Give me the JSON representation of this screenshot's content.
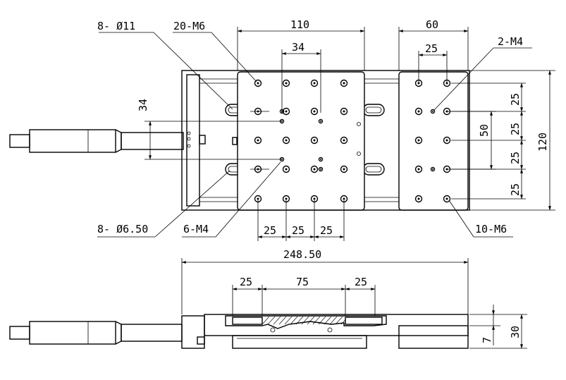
{
  "top_view": {
    "labels": {
      "holes_11": "8- Ø11",
      "threads_20m6": "20-M6",
      "threads_2m4": "2-M4",
      "holes_650": "8- Ø6.50",
      "threads_6m4": "6-M4",
      "threads_10m6": "10-M6"
    },
    "dims": {
      "w110": "110",
      "w60": "60",
      "w34_top": "34",
      "w25_top": "25",
      "h34_left": "34",
      "h120": "120",
      "h50": "50",
      "h25_a": "25",
      "h25_b": "25",
      "h25_c": "25",
      "h25_d": "25",
      "b25_a": "25",
      "b25_b": "25",
      "b25_c": "25"
    }
  },
  "side_view": {
    "dims": {
      "total": "248.50",
      "s25_left": "25",
      "s75": "75",
      "s25_right": "25",
      "h30": "30",
      "h7": "7"
    }
  }
}
